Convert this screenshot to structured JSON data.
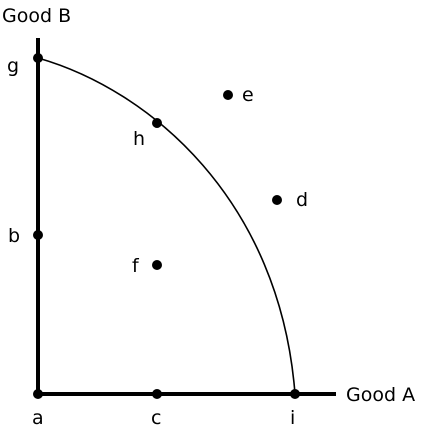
{
  "axes": {
    "y_label": "Good B",
    "x_label": "Good A"
  },
  "points": [
    {
      "id": "a",
      "label": "a"
    },
    {
      "id": "b",
      "label": "b"
    },
    {
      "id": "c",
      "label": "c"
    },
    {
      "id": "d",
      "label": "d"
    },
    {
      "id": "e",
      "label": "e"
    },
    {
      "id": "f",
      "label": "f"
    },
    {
      "id": "g",
      "label": "g"
    },
    {
      "id": "h",
      "label": "h"
    },
    {
      "id": "i",
      "label": "i"
    }
  ],
  "colors": {
    "ink": "#000000",
    "background": "#ffffff"
  }
}
